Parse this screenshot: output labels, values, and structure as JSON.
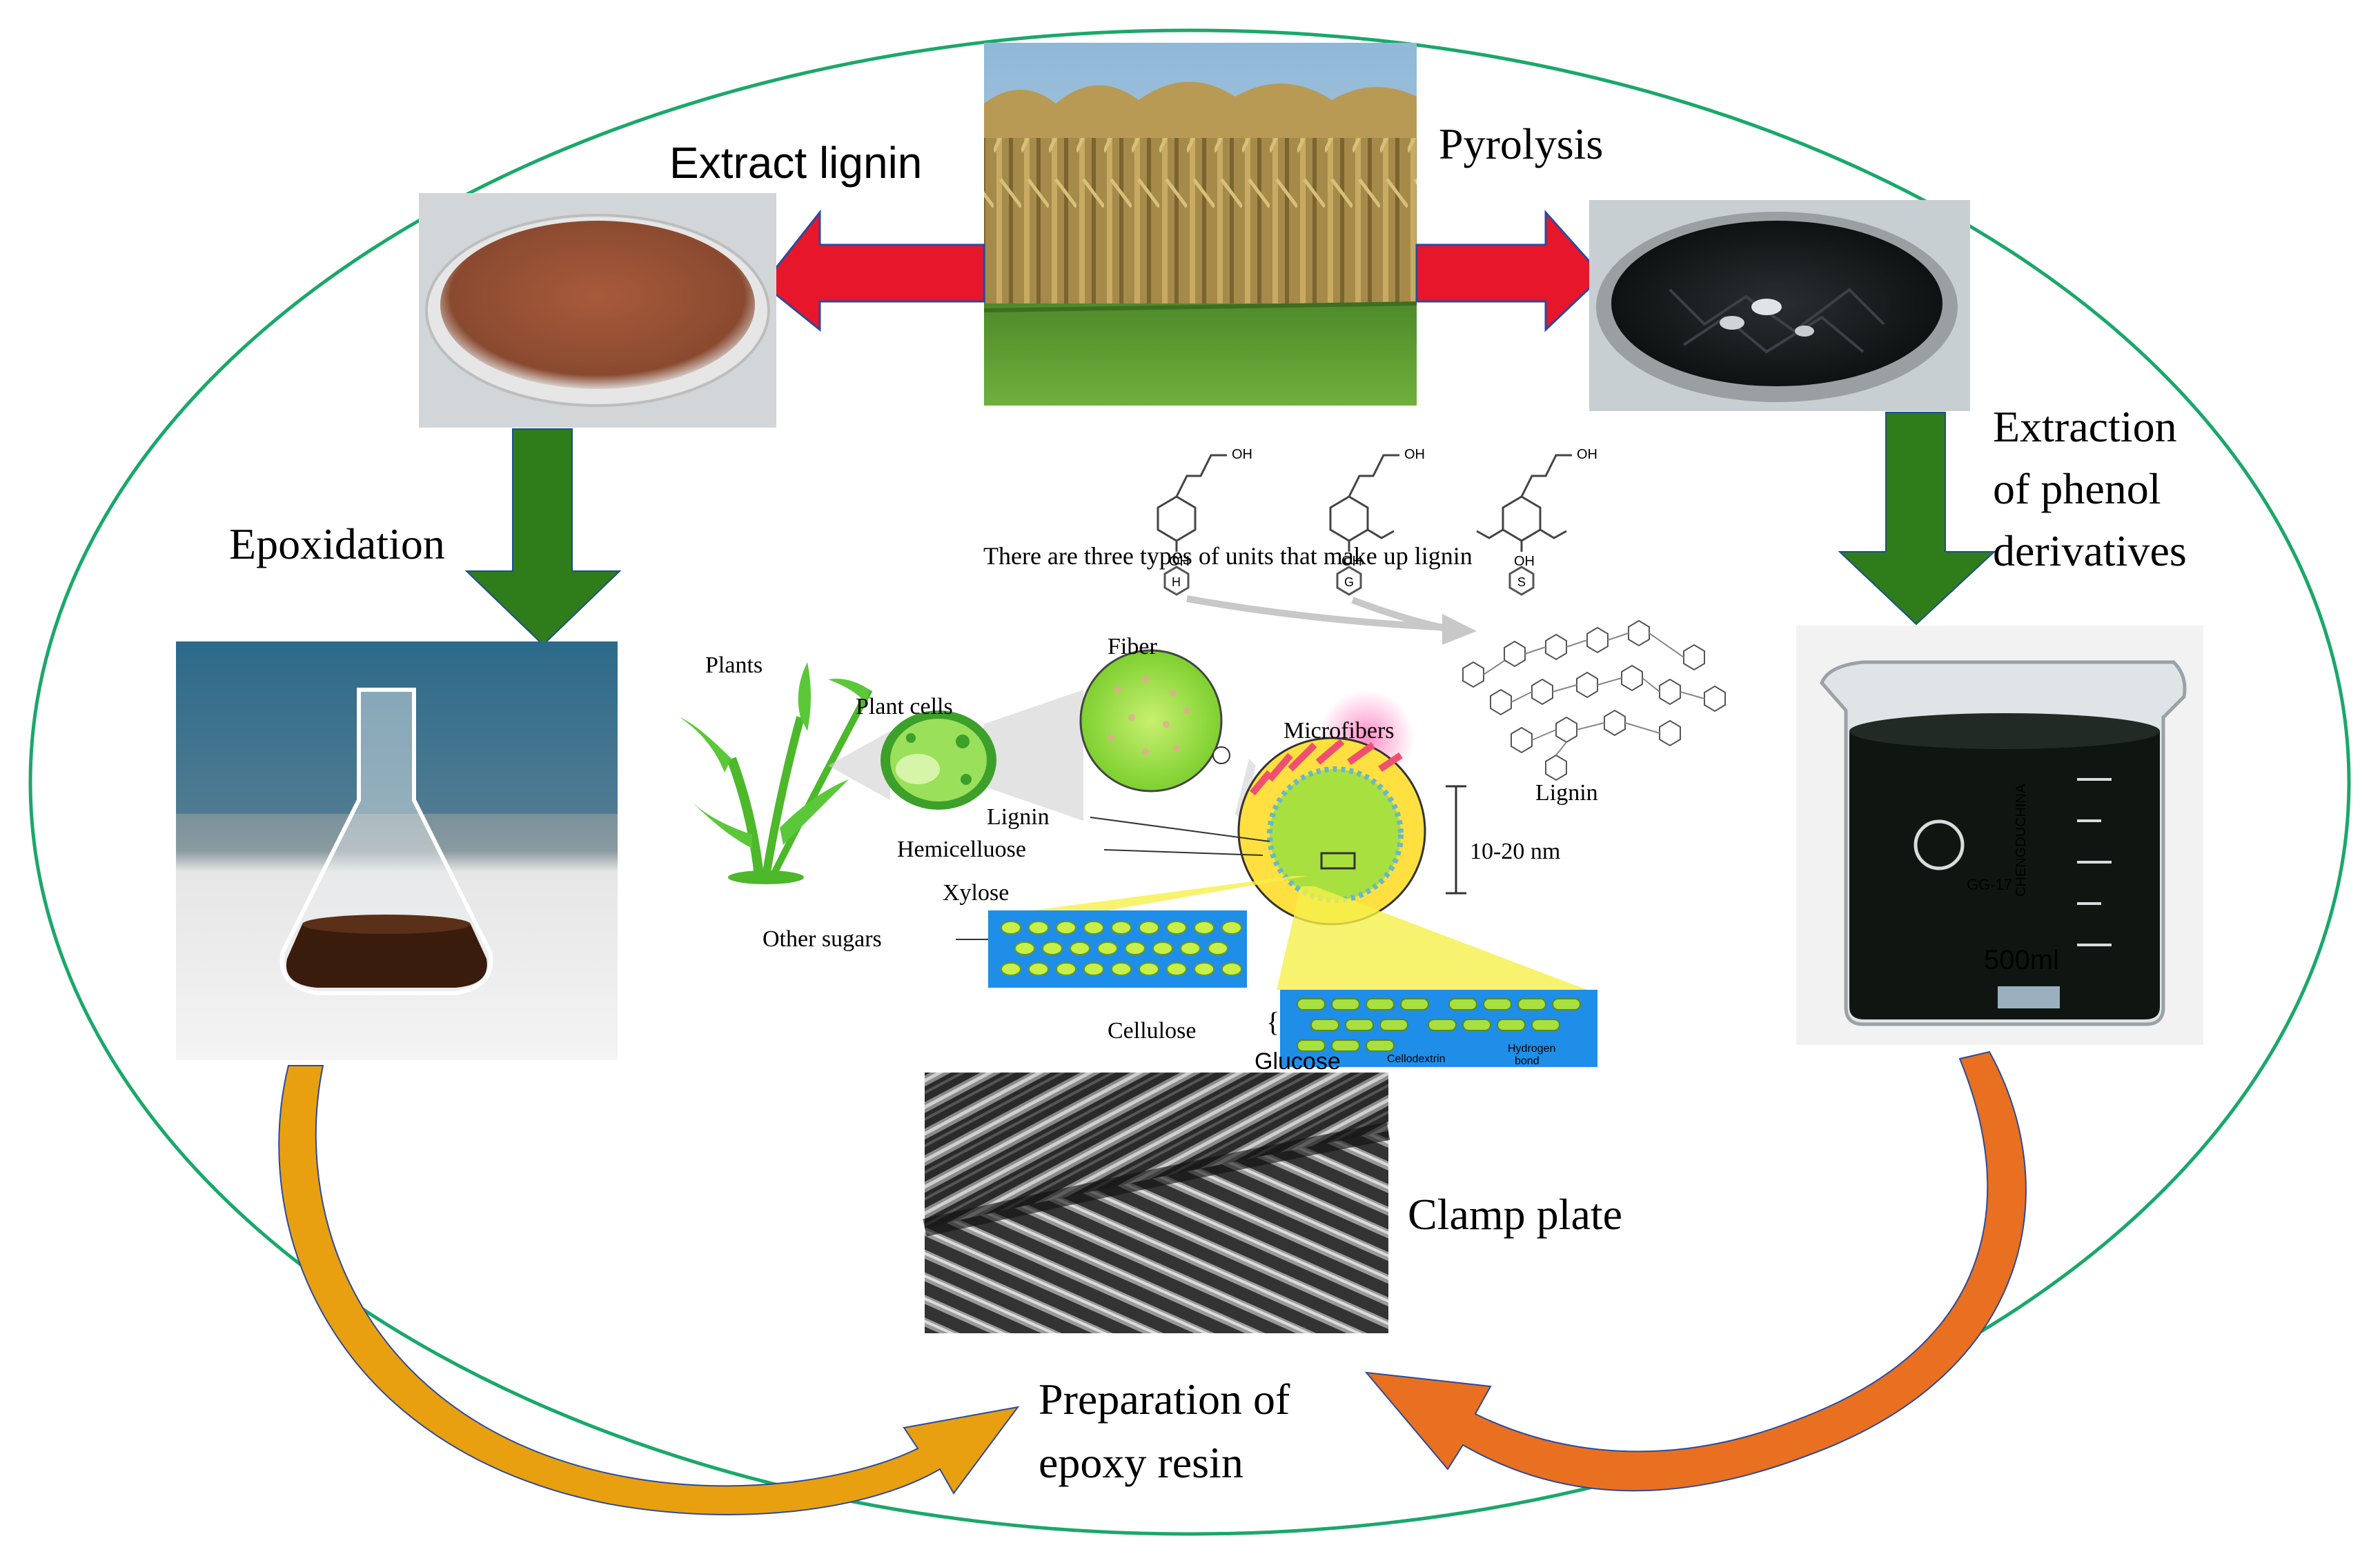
{
  "labels": {
    "extract_lignin": "Extract lignin",
    "pyrolysis": "Pyrolysis",
    "epoxidation": "Epoxidation",
    "extraction_line1": "Extraction",
    "extraction_line2": "of phenol",
    "extraction_line3": "derivatives",
    "clamp_plate": "Clamp plate",
    "prep_line1": "Preparation of",
    "prep_line2": "epoxy resin"
  },
  "schematic": {
    "caption": "There are three types of units that make up lignin",
    "unit_h": "H",
    "unit_g": "G",
    "unit_s": "S",
    "oh": "OH",
    "plants": "Plants",
    "plant_cells": "Plant cells",
    "fiber": "Fiber",
    "microfibers": "Microfibers",
    "lignin_right": "Lignin",
    "lignin": "Lignin",
    "hemicelluose": "Hemicelluose",
    "size": "10-20 nm",
    "xylose": "Xylose",
    "other_sugars": "Other sugars",
    "cellulose": "Cellulose",
    "glucose": "Glucose",
    "cellodextrin": "Cellodextrin",
    "hydrogen_bond_1": "Hydrogen",
    "hydrogen_bond_2": "bond"
  },
  "beaker": {
    "brand": "CHENGDUCHINA",
    "model": "GG-17",
    "volume": "500ml"
  },
  "colors": {
    "ellipse": "#1aa86a",
    "red_arrow": "#e8162b",
    "green_arrow": "#2e7d1a",
    "gold_arrow": "#e8a010",
    "orange_arrow": "#e87020"
  }
}
